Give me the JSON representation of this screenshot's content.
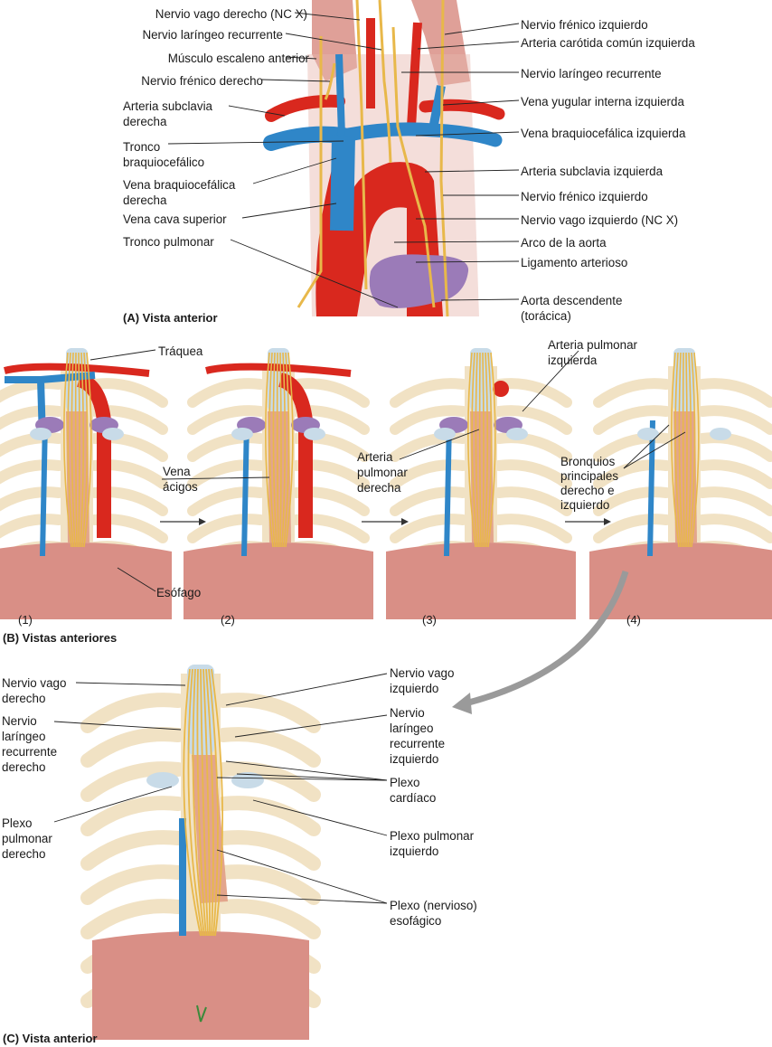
{
  "panel_a": {
    "caption": "(A) Vista anterior",
    "left_labels": [
      "Nervio vago derecho (NC X)",
      "Nervio laríngeo recurrente",
      "Músculo escaleno anterior",
      "Nervio frénico derecho",
      "Arteria subclavia\nderecha",
      "Tronco\nbraquiocefálico",
      "Vena braquiocefálica\nderecha",
      "Vena cava superior",
      "Tronco pulmonar"
    ],
    "right_labels": [
      "Nervio frénico izquierdo",
      "Arteria carótida común izquierda",
      "Nervio laríngeo recurrente",
      "Vena yugular interna izquierda",
      "Vena braquiocefálica izquierda",
      "Arteria subclavia izquierda",
      "Nervio frénico izquierdo",
      "Nervio vago izquierdo (NC X)",
      "Arco de la aorta",
      "Ligamento arterioso",
      "Aorta descendente\n(torácica)"
    ]
  },
  "panel_b": {
    "caption": "(B) Vistas anteriores",
    "step_numbers": [
      "(1)",
      "(2)",
      "(3)",
      "(4)"
    ],
    "labels": {
      "trachea": "Tráquea",
      "azygos": "Vena\nácigos",
      "esophagus": "Esófago",
      "right_pulm_artery": "Arteria\npulmonar\nderecha",
      "left_pulm_artery": "Arteria pulmonar\nizquierda",
      "bronchi": "Bronquios\nprincipales\nderecho e\nizquierdo"
    }
  },
  "panel_c": {
    "caption": "(C) Vista anterior",
    "left_labels": [
      "Nervio vago\nderecho",
      "Nervio\nlaríngeo\nrecurrente\nderecho",
      "Plexo\npulmonar\nderecho"
    ],
    "right_labels": [
      "Nervio vago\nizquierdo",
      "Nervio\nlaríngeo\nrecurrente\nizquierdo",
      "Plexo\ncardíaco",
      "Plexo pulmonar\nizquierdo",
      "Plexo (nervioso)\nesofágico"
    ]
  },
  "colors": {
    "artery": "#d9281e",
    "vein": "#2f86c8",
    "nerve": "#e8b84a",
    "pulmonary": "#9b7bb8",
    "rib": "#f1e2c4",
    "muscle": "#d98f86",
    "esophagus": "#e3a58c",
    "trachea": "#c8dbe8"
  }
}
